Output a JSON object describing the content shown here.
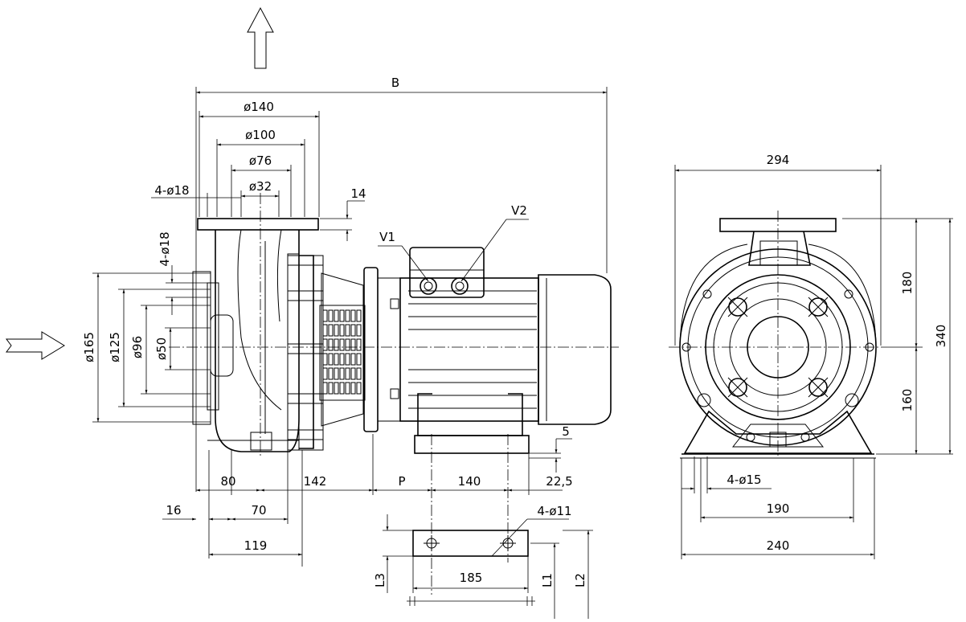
{
  "dimensions": {
    "B": "B",
    "d140": "ø140",
    "d100": "ø100",
    "d76": "ø76",
    "d32": "ø32",
    "holes_4_d18_top": "4-ø18",
    "d14": "14",
    "holes_4_d18_side": "4-ø18",
    "d165": "ø165",
    "d125": "ø125",
    "d96": "ø96",
    "d50": "ø50",
    "d80": "80",
    "d142": "142",
    "P": "P",
    "d140_bottom": "140",
    "d22_5": "22,5",
    "d5": "5",
    "d16": "16",
    "d70": "70",
    "d119": "119",
    "holes_4_d11": "4-ø11",
    "d185": "185",
    "L1": "L1",
    "L2": "L2",
    "L3": "L3",
    "d294": "294",
    "d180": "180",
    "d340": "340",
    "d160": "160",
    "holes_4_d15": "4-ø15",
    "d190": "190",
    "d240": "240"
  },
  "labels": {
    "V1": "V1",
    "V2": "V2"
  }
}
